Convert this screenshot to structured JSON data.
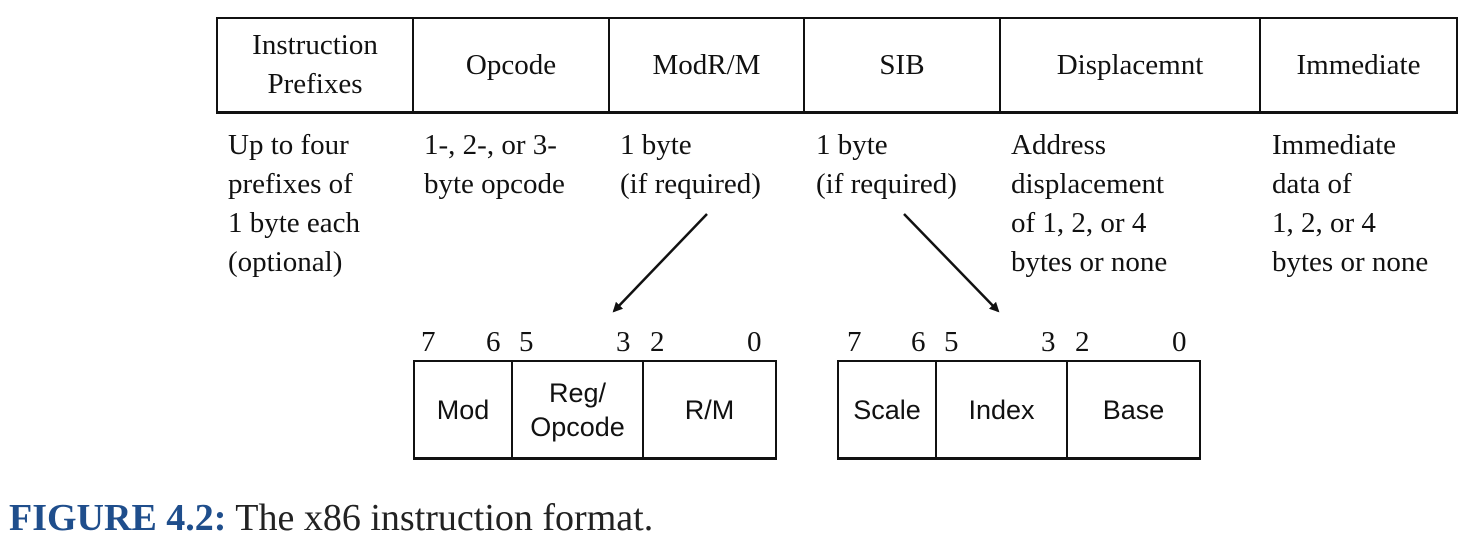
{
  "fields": [
    {
      "name": "Instruction\nPrefixes",
      "description": "Up to four\nprefixes of\n1 byte each\n(optional)"
    },
    {
      "name": "Opcode",
      "description": "1-, 2-, or 3-\nbyte opcode"
    },
    {
      "name": "ModR/M",
      "description": "1 byte\n(if required)"
    },
    {
      "name": "SIB",
      "description": "1 byte\n(if required)"
    },
    {
      "name": "Displacemnt",
      "description": "Address\ndisplacement\nof 1, 2, or 4\nbytes or none"
    },
    {
      "name": "Immediate",
      "description": "Immediate\ndata of\n1, 2, or 4\nbytes or none"
    }
  ],
  "modrm": {
    "bits": [
      "7",
      "6",
      "5",
      "3",
      "2",
      "0"
    ],
    "cells": [
      "Mod",
      "Reg/\nOpcode",
      "R/M"
    ]
  },
  "sib": {
    "bits": [
      "7",
      "6",
      "5",
      "3",
      "2",
      "0"
    ],
    "cells": [
      "Scale",
      "Index",
      "Base"
    ]
  },
  "caption": {
    "label": "FIGURE 4.2:",
    "text": "The x86 instruction format."
  }
}
